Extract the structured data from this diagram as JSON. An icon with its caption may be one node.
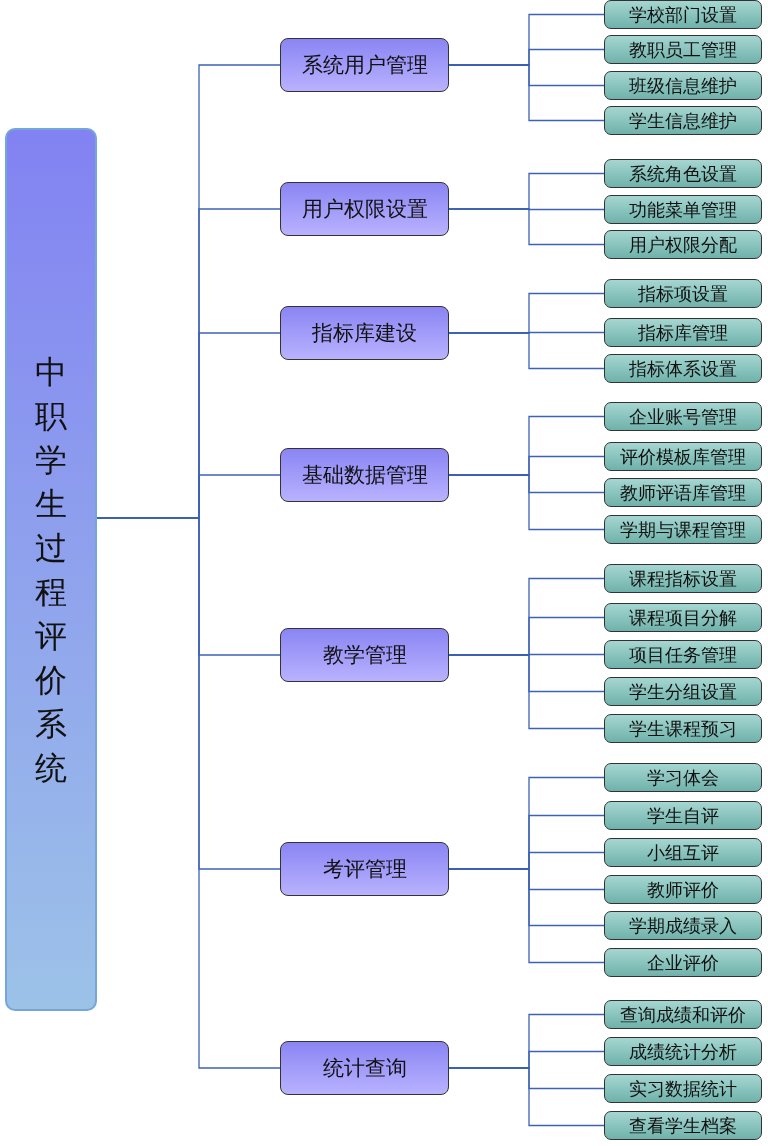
{
  "diagram": {
    "nodes": [
      {
        "text": [
          "中职学生过程评价系统"
        ]
      },
      {
        "text": [
          "系统用户管理"
        ]
      },
      {
        "text": [
          "学校部门设置"
        ]
      },
      {
        "text": [
          "教职员工管理"
        ]
      },
      {
        "text": [
          "班级信息维护"
        ]
      },
      {
        "text": [
          "学生信息维护"
        ]
      },
      {
        "text": [
          "用户权限设置"
        ]
      },
      {
        "text": [
          "系统角色设置"
        ]
      },
      {
        "text": [
          "功能菜单管理"
        ]
      },
      {
        "text": [
          "用户权限分配"
        ]
      },
      {
        "text": [
          "指标库建设"
        ]
      },
      {
        "text": [
          "指标项设置"
        ]
      },
      {
        "text": [
          "指标库管理"
        ]
      },
      {
        "text": [
          "指标体系设置"
        ]
      },
      {
        "text": [
          "基础数据管理"
        ]
      },
      {
        "text": [
          "企业账号管理"
        ]
      },
      {
        "text": [
          "评价模板库管理"
        ]
      },
      {
        "text": [
          "教师评语库管理"
        ]
      },
      {
        "text": [
          "学期与课程管理"
        ]
      },
      {
        "text": [
          "教学管理"
        ]
      },
      {
        "text": [
          "课程指标设置"
        ]
      },
      {
        "text": [
          "课程项目分解"
        ]
      },
      {
        "text": [
          "项目任务管理"
        ]
      },
      {
        "text": [
          "学生分组设置"
        ]
      },
      {
        "text": [
          "学生课程预习"
        ]
      },
      {
        "text": [
          "考评管理"
        ]
      },
      {
        "text": [
          "学习体会"
        ]
      },
      {
        "text": [
          "学生自评"
        ]
      },
      {
        "text": [
          "小组互评"
        ]
      },
      {
        "text": [
          "教师评价"
        ]
      },
      {
        "text": [
          "学期成绩录入"
        ]
      },
      {
        "text": [
          "企业评价"
        ]
      },
      {
        "text": [
          "统计查询"
        ]
      },
      {
        "text": [
          "查询成绩和评价"
        ]
      },
      {
        "text": [
          "成绩统计分析"
        ]
      },
      {
        "text": [
          "实习数据统计"
        ]
      },
      {
        "text": [
          "查看学生档案"
        ]
      }
    ],
    "edges": [
      {
        "from": 0,
        "to": 1,
        "arrow": "none"
      },
      {
        "from": 0,
        "to": 6,
        "arrow": "none"
      },
      {
        "from": 0,
        "to": 10,
        "arrow": "none"
      },
      {
        "from": 0,
        "to": 14,
        "arrow": "none"
      },
      {
        "from": 0,
        "to": 19,
        "arrow": "none"
      },
      {
        "from": 0,
        "to": 25,
        "arrow": "none"
      },
      {
        "from": 0,
        "to": 32,
        "arrow": "none"
      },
      {
        "from": 1,
        "to": 2,
        "arrow": "none"
      },
      {
        "from": 1,
        "to": 3,
        "arrow": "none"
      },
      {
        "from": 1,
        "to": 4,
        "arrow": "none"
      },
      {
        "from": 1,
        "to": 5,
        "arrow": "none"
      },
      {
        "from": 6,
        "to": 7,
        "arrow": "none"
      },
      {
        "from": 6,
        "to": 8,
        "arrow": "none"
      },
      {
        "from": 6,
        "to": 9,
        "arrow": "none"
      },
      {
        "from": 10,
        "to": 11,
        "arrow": "none"
      },
      {
        "from": 10,
        "to": 12,
        "arrow": "none"
      },
      {
        "from": 10,
        "to": 13,
        "arrow": "none"
      },
      {
        "from": 14,
        "to": 15,
        "arrow": "none"
      },
      {
        "from": 14,
        "to": 16,
        "arrow": "none"
      },
      {
        "from": 14,
        "to": 17,
        "arrow": "none"
      },
      {
        "from": 14,
        "to": 18,
        "arrow": "none"
      },
      {
        "from": 19,
        "to": 20,
        "arrow": "none"
      },
      {
        "from": 19,
        "to": 21,
        "arrow": "none"
      },
      {
        "from": 19,
        "to": 22,
        "arrow": "none"
      },
      {
        "from": 19,
        "to": 23,
        "arrow": "none"
      },
      {
        "from": 19,
        "to": 24,
        "arrow": "none"
      },
      {
        "from": 25,
        "to": 26,
        "arrow": "none"
      },
      {
        "from": 25,
        "to": 27,
        "arrow": "none"
      },
      {
        "from": 25,
        "to": 28,
        "arrow": "none"
      },
      {
        "from": 25,
        "to": 29,
        "arrow": "none"
      },
      {
        "from": 25,
        "to": 30,
        "arrow": "none"
      },
      {
        "from": 25,
        "to": 31,
        "arrow": "none"
      },
      {
        "from": 32,
        "to": 33,
        "arrow": "none"
      },
      {
        "from": 32,
        "to": 34,
        "arrow": "none"
      },
      {
        "from": 32,
        "to": 35,
        "arrow": "none"
      },
      {
        "from": 32,
        "to": 36,
        "arrow": "none"
      }
    ]
  }
}
